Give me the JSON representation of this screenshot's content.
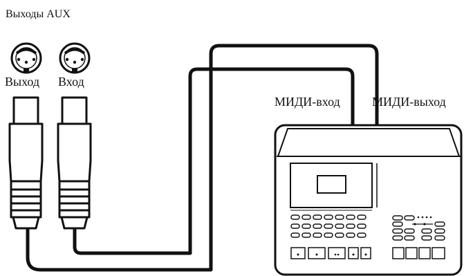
{
  "labels": {
    "aux_outputs": "Выходы AUX",
    "port_out": "Выход",
    "port_in": "Вход",
    "midi_in": "МИДИ-вход",
    "midi_out": "МИДИ-выход"
  },
  "icons": {
    "din_socket": "din-5-pin-socket",
    "din_plug": "din-plug",
    "sequencer": "midi-sequencer-device"
  },
  "colors": {
    "line": "#111111",
    "background": "#ffffff"
  }
}
